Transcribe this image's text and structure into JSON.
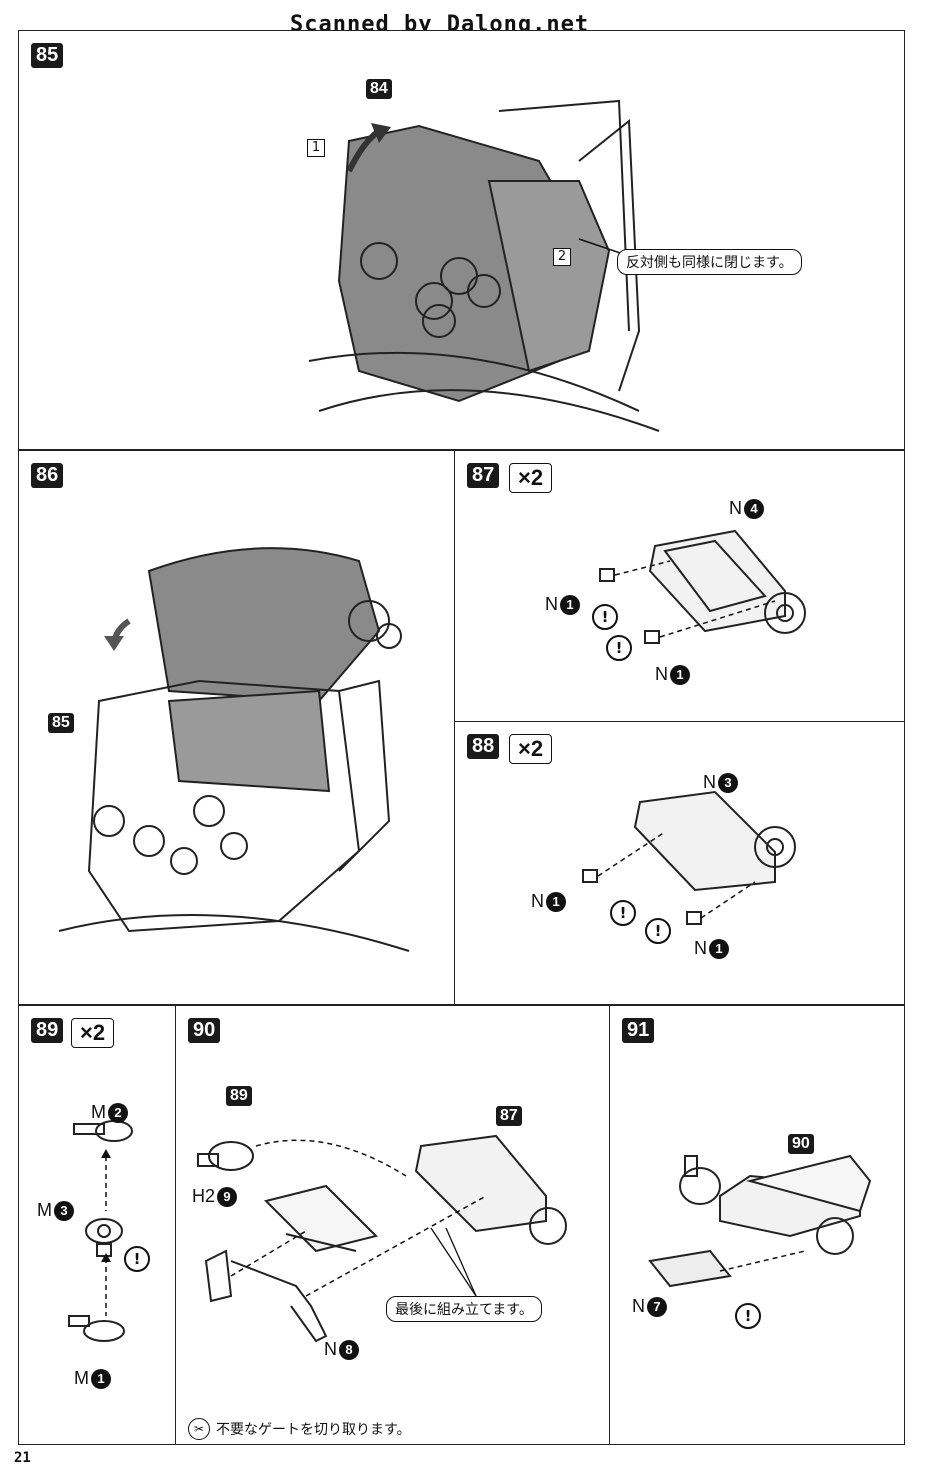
{
  "watermark": "Scanned by Dalong.net",
  "page_number": "21",
  "panels": {
    "p85": {
      "step": "85",
      "ref": "84",
      "arrow1": "1",
      "arrow2": "2",
      "note": "反対側も同様に閉じます。"
    },
    "p86": {
      "step": "86",
      "ref": "85"
    },
    "p87": {
      "step": "87",
      "mult": "×2",
      "top_part_letter": "N",
      "top_part_num": "4",
      "part_a_letter": "N",
      "part_a_num": "1",
      "part_b_letter": "N",
      "part_b_num": "1",
      "warn": "!"
    },
    "p88": {
      "step": "88",
      "mult": "×2",
      "top_part_letter": "N",
      "top_part_num": "3",
      "part_a_letter": "N",
      "part_a_num": "1",
      "part_b_letter": "N",
      "part_b_num": "1",
      "warn": "!"
    },
    "p89": {
      "step": "89",
      "mult": "×2",
      "m2_letter": "M",
      "m2_num": "2",
      "m3_letter": "M",
      "m3_num": "3",
      "m1_letter": "M",
      "m1_num": "1",
      "warn": "!"
    },
    "p90": {
      "step": "90",
      "ref_a": "89",
      "ref_b": "87",
      "h2_letter": "H2",
      "h2_num": "9",
      "n8_letter": "N",
      "n8_num": "8",
      "note": "最後に組み立てます。",
      "footnote": "不要なゲートを切り取ります。"
    },
    "p91": {
      "step": "91",
      "ref": "90",
      "n7_letter": "N",
      "n7_num": "7",
      "warn": "!"
    }
  }
}
